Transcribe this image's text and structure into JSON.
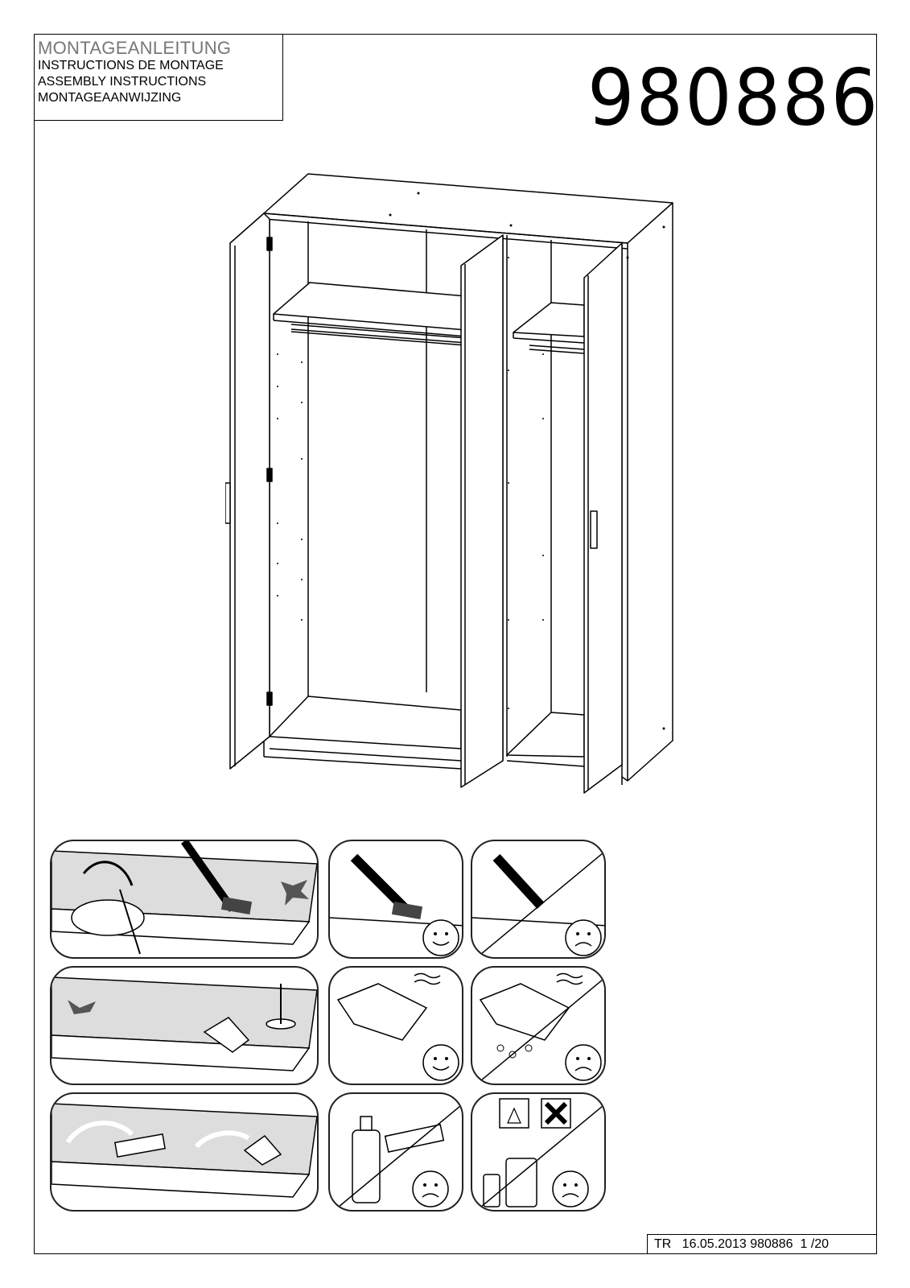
{
  "header": {
    "titles": [
      "MONTAGEANLEITUNG",
      "INSTRUCTIONS DE MONTAGE",
      "ASSEMBLY INSTRUCTIONS",
      "MONTAGEAANWIJZING"
    ],
    "model_number": "980886"
  },
  "illustration": {
    "subject": "wardrobe-three-doors-open",
    "icon": "wardrobe-icon"
  },
  "care_panels": [
    {
      "row": 1,
      "tiles": [
        {
          "icon": "vacuum-cleaner-icon",
          "rating": "neutral"
        },
        {
          "icon": "brush-nozzle-icon",
          "rating": "good"
        },
        {
          "icon": "hard-nozzle-icon",
          "rating": "bad"
        }
      ]
    },
    {
      "row": 2,
      "tiles": [
        {
          "icon": "cloth-wipe-icon",
          "rating": "neutral"
        },
        {
          "icon": "damp-cloth-icon",
          "rating": "good"
        },
        {
          "icon": "wet-cloth-icon",
          "rating": "bad"
        }
      ]
    },
    {
      "row": 3,
      "tiles": [
        {
          "icon": "sponge-wipe-icon",
          "rating": "neutral"
        },
        {
          "icon": "detergent-bottle-icon",
          "rating": "bad"
        },
        {
          "icon": "chemical-spray-icon",
          "rating": "bad"
        }
      ]
    }
  ],
  "footer": {
    "text": "TR   16.05.2013 980886  1 /20"
  }
}
